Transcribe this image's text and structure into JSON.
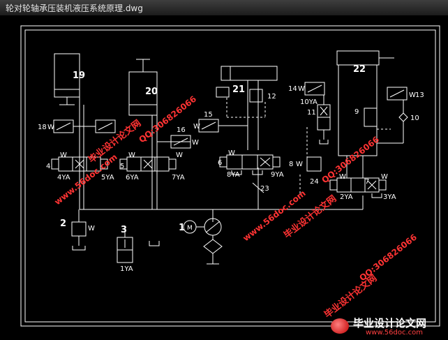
{
  "window": {
    "title": "轮对轮轴承压装机液压系统原理.dwg"
  },
  "diagram": {
    "labels": {
      "n19": "19",
      "n20": "20",
      "n21": "21",
      "n22": "22",
      "n18": "18",
      "n15": "15",
      "n16": "16",
      "n14": "14",
      "n13": "13",
      "n12": "12",
      "n11": "11",
      "n10": "10",
      "n9": "9",
      "n8": "8",
      "n7n": "7",
      "n6": "6",
      "n5": "5",
      "n4": "4",
      "n3": "3",
      "n2": "2",
      "n1": "1",
      "n23": "23",
      "n24": "24",
      "ya1": "1YA",
      "ya2": "2YA",
      "ya3": "3YA",
      "ya4": "4YA",
      "ya5": "5YA",
      "ya6": "6YA",
      "ya7": "7YA",
      "ya8": "8YA",
      "ya9": "9YA",
      "ya10": "10YA",
      "motor": "M",
      "w": "W"
    },
    "accent_color": "#ffffff",
    "watermark_color": "#ff3333"
  },
  "watermarks": {
    "site": "www.56doc.com",
    "qq": "QQ:306826066",
    "brand": "毕业设计论文网",
    "logo_text": "毕业设计论文网",
    "logo_url": "www.56doc.com"
  }
}
